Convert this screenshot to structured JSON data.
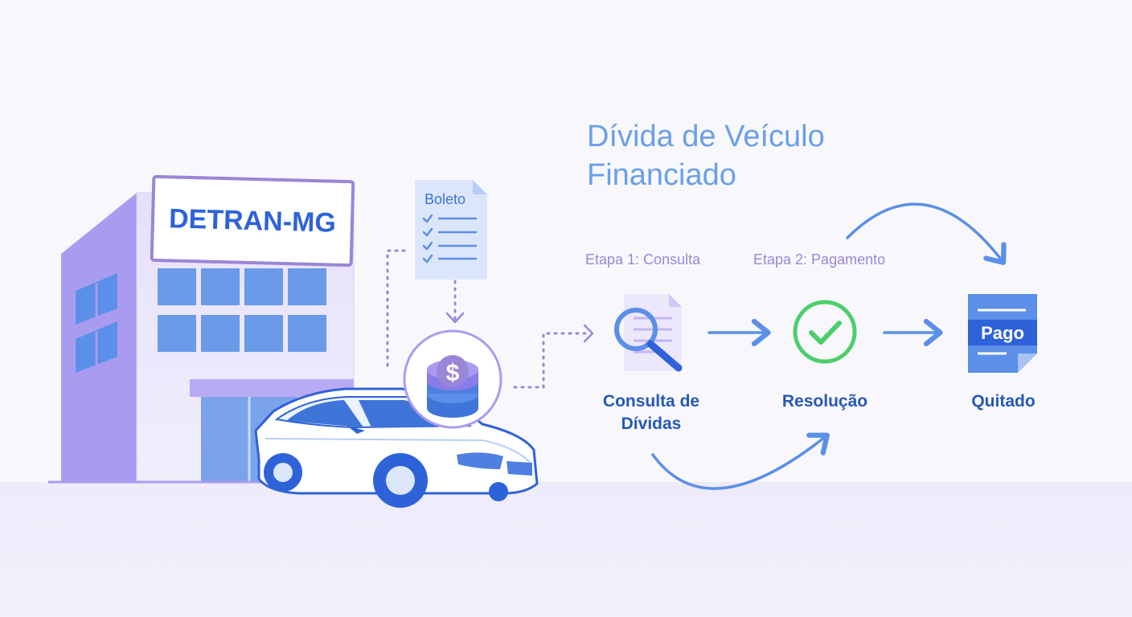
{
  "title": "Dívida de Veículo Financiado",
  "building": {
    "sign": "DETRAN-MG"
  },
  "document": {
    "label": "Boleto"
  },
  "coin": {
    "symbol": "$"
  },
  "stages": {
    "step1": "Etapa 1: Consulta",
    "step2": "Etapa 2: Pagamento"
  },
  "nodes": {
    "consulta": "Consulta de Dívidas",
    "resolucao": "Resolução",
    "quitado": "Quitado"
  },
  "pago_doc": {
    "label": "Pago"
  },
  "colors": {
    "accent_blue": "#5b8fe8",
    "deep_blue": "#2658b8",
    "purple": "#9a86d6",
    "green": "#4ccf6a",
    "building": "#a99cf0"
  },
  "icons": [
    "building",
    "boleto-document-icon",
    "checklist-icon",
    "dollar-coin-stack-icon",
    "car-icon",
    "magnifier-document-icon",
    "check-circle-icon",
    "paid-document-icon",
    "arrow-right-icon",
    "curved-arrow-icon"
  ]
}
